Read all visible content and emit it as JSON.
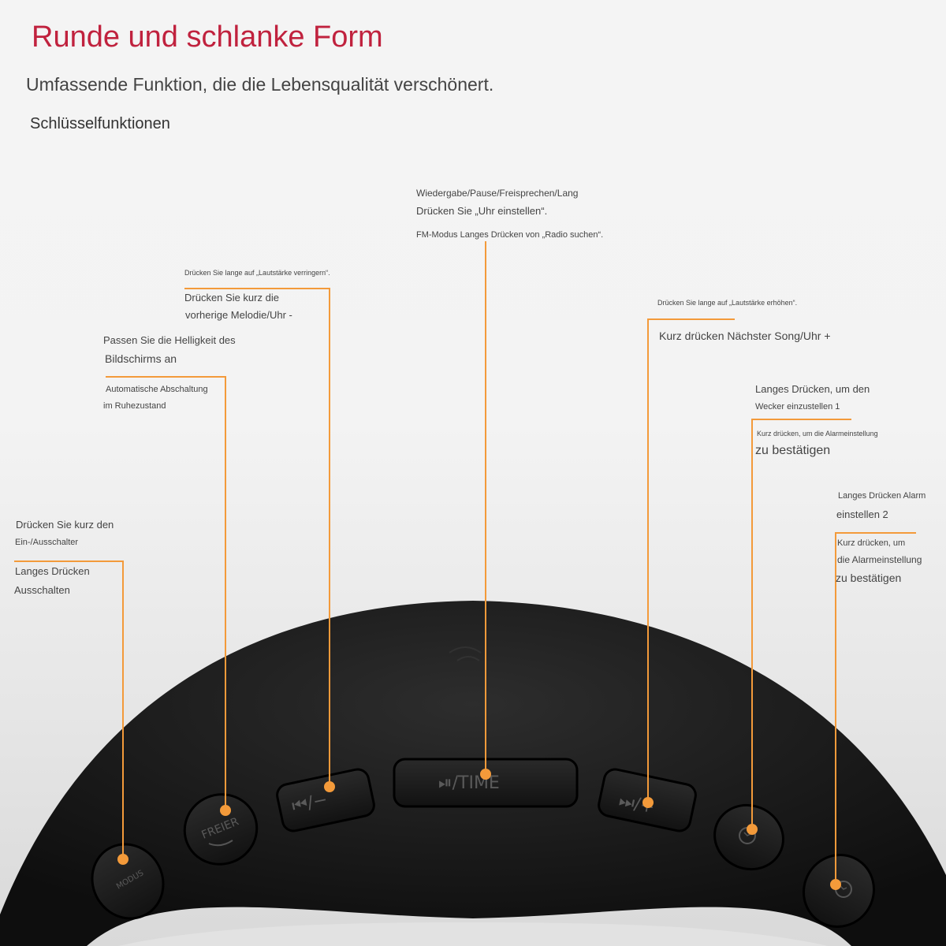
{
  "header": {
    "title": "Runde und schlanke Form",
    "subtitle": "Umfassende Funktion, die die Lebensqualität verschönert.",
    "section_title": "Schlüsselfunktionen"
  },
  "colors": {
    "title": "#c0223e",
    "callout_line": "#f39a3a",
    "device": "#1c1c1c"
  },
  "callouts": {
    "playpause": {
      "line1": "Wiedergabe/Pause/Freisprechen/Lang",
      "line2": "Drücken Sie „Uhr einstellen“.",
      "line3": "FM-Modus Langes Drücken von „Radio suchen“."
    },
    "prev": {
      "line1": "Drücken Sie lange auf „Lautstärke verringern“.",
      "line2": "Drücken Sie kurz die",
      "line3": "vorherige Melodie/Uhr -"
    },
    "next": {
      "line1": "Drücken Sie lange auf „Lautstärke erhöhen“.",
      "line2": "Kurz drücken Nächster Song/Uhr +"
    },
    "brightness": {
      "line1": "Passen Sie die Helligkeit des",
      "line2": "Bildschirms an",
      "line3": "Automatische Abschaltung",
      "line4": "im Ruhezustand"
    },
    "alarm1": {
      "line1": "Langes Drücken, um den",
      "line2": "Wecker einzustellen 1",
      "line3": "Kurz drücken, um die Alarmeinstellung",
      "line4": "zu bestätigen"
    },
    "alarm2": {
      "line1": "Langes Drücken Alarm",
      "line2": "einstellen 2",
      "line3": "Kurz drücken, um",
      "line4": "die Alarmeinstellung",
      "line5": "zu bestätigen"
    },
    "mode": {
      "line1": "Drücken Sie kurz den",
      "line2": "Ein-/Ausschalter",
      "line3": "Langes Drücken",
      "line4": "Ausschalten"
    }
  },
  "buttons": {
    "mode": "MODUS",
    "snooze": "FREIER",
    "prev": "⏮/−",
    "playpause": "⏯/TIME",
    "next": "⏭/+"
  },
  "icons": {
    "alarm1": "alarm-clock-icon",
    "alarm2": "alarm-clock-icon"
  }
}
